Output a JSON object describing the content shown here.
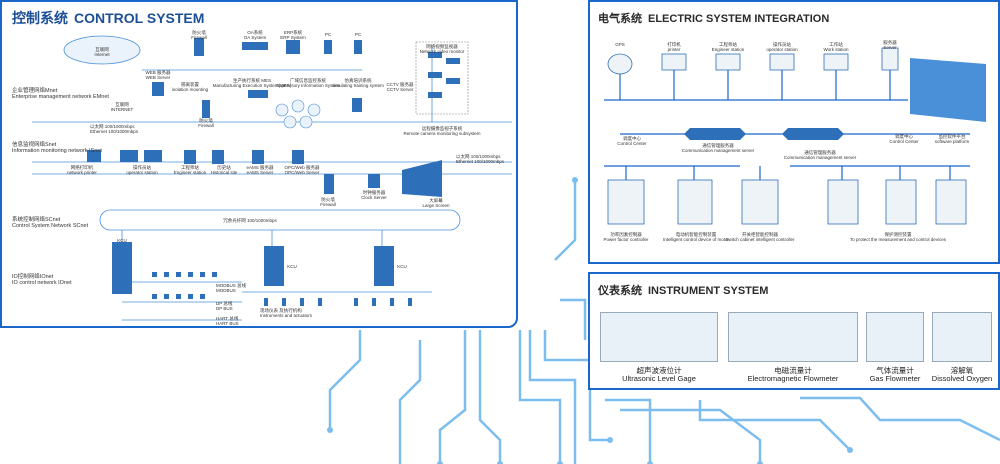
{
  "control_system": {
    "title_cn": "控制系统",
    "title_en": "CONTROL SYSTEM",
    "network_levels": [
      {
        "cn": "企业管理网络Mnet",
        "en": "Enterprise management network EMnet"
      },
      {
        "cn": "信息监视网络Snet",
        "en": "Information monitoring network ISnet"
      },
      {
        "cn": "系统控制网络SCnet",
        "en": "Control System Network SCnet"
      },
      {
        "cn": "IO控制网络IOnet",
        "en": "IO control network IOnet"
      }
    ],
    "nodes": {
      "internet_cloud": {
        "cn": "互联网",
        "en": "Internet"
      },
      "web_server": {
        "cn": "WEB 服务器",
        "en": "WEB Server"
      },
      "firewall_top": {
        "cn": "防火墙",
        "en": "Firewall"
      },
      "oa": {
        "cn": "OA系统",
        "en": "OA System"
      },
      "erp": {
        "cn": "ERP系统",
        "en": "ERP System"
      },
      "pc1": {
        "cn": "PC",
        "en": ""
      },
      "pc2": {
        "cn": "PC",
        "en": ""
      },
      "video_monitor": {
        "cn": "网络视频监视器",
        "en": "Network video monitor"
      },
      "internet_pc": {
        "cn": "互联网",
        "en": "INTERNET"
      },
      "isolation": {
        "cn": "隔离装置",
        "en": "isolation mounting"
      },
      "mes": {
        "cn": "生产执行系统 MES",
        "en": "Manufacturing Execution System(MES)"
      },
      "supervisory": {
        "cn": "广域信息监控系统",
        "en": "Supervisory Information System"
      },
      "simulation": {
        "cn": "仿真培训系统",
        "en": "simulating training system"
      },
      "cctv": {
        "cn": "CCTV 服务器",
        "en": "CCTV Server"
      },
      "firewall_mid": {
        "cn": "防火墙",
        "en": "Firewall"
      },
      "remote_camera": {
        "cn": "远程摄像监视子系统",
        "en": "Remote camera monitoring subsystem"
      },
      "printer": {
        "cn": "网络打印机",
        "en": "network printer"
      },
      "operator": {
        "cn": "操作员站",
        "en": "operator station"
      },
      "engineer": {
        "cn": "工程师站",
        "en": "Engineer station"
      },
      "historical": {
        "cn": "历史站",
        "en": "Historical site"
      },
      "eams": {
        "cn": "eAMS 服务器",
        "en": "eAMS Server"
      },
      "opc": {
        "cn": "OPC/Web 服务器",
        "en": "OPC/Web Server"
      },
      "firewall_low": {
        "cn": "防火墙",
        "en": "Firewall"
      },
      "clock": {
        "cn": "时钟服务器",
        "en": "Clock Server"
      },
      "large_screen": {
        "cn": "大屏幕",
        "en": "Large Screen"
      },
      "ring": {
        "cn": "冗余光纤网 100/1000mbps",
        "en": ""
      },
      "kcu": "KCU",
      "modbus": {
        "cn": "MODBUS 总线",
        "en": "MODBUS"
      },
      "dp": {
        "cn": "DP 总线",
        "en": "DP BUS"
      },
      "hart": {
        "cn": "HART 总线",
        "en": "HART BUS"
      },
      "instruments": {
        "cn": "现场仪表 及执行机构",
        "en": "Instruments and actuators"
      }
    },
    "ethernet_1": {
      "cn": "以太网 100/1000mbps",
      "en": "Ethernet 100/1000mbps"
    },
    "ethernet_2": {
      "cn": "以太网 100/1000mbps",
      "en": "Ethernet 100/1000mbps"
    }
  },
  "electric_system": {
    "title_cn": "电气系统",
    "title_en": "ELECTRIC SYSTEM INTEGRATION",
    "top_nodes": [
      {
        "cn": "GPS",
        "en": ""
      },
      {
        "cn": "打印机",
        "en": "printer"
      },
      {
        "cn": "工程师站",
        "en": "Engineer station"
      },
      {
        "cn": "操作员站",
        "en": "operator station"
      },
      {
        "cn": "工作站",
        "en": "Work station"
      },
      {
        "cn": "服务器",
        "en": "Server"
      }
    ],
    "control_center_left": {
      "cn": "调度中心",
      "en": "Control Center"
    },
    "control_center_right": {
      "cn": "调度中心",
      "en": "Control Center"
    },
    "software_platform": {
      "cn": "监控软件平台",
      "en": "software platform"
    },
    "comm_server_1": {
      "cn": "通信管理服务器",
      "en": "Communication management server"
    },
    "comm_server_2": {
      "cn": "通信管理服务器",
      "en": "Communication management server"
    },
    "devices": [
      {
        "cn": "功率因素控制器",
        "en": "Power factor controller"
      },
      {
        "cn": "电动机智能控制装置",
        "en": "Intelligent control device of motor"
      },
      {
        "cn": "开关柜智能控制器",
        "en": "Switch cabinet intelligent controller"
      },
      {
        "cn": "保护测控装置",
        "en": "To protect the measurement and control devices"
      }
    ]
  },
  "instrument_system": {
    "title_cn": "仪表系统",
    "title_en": "INSTRUMENT SYSTEM",
    "items": [
      {
        "cn": "超声波液位计",
        "en": "Ultrasonic  Level Gage"
      },
      {
        "cn": "电磁流量计",
        "en": "Electromagnetic Flowmeter"
      },
      {
        "cn": "气体流量计",
        "en": "Gas Flowmeter"
      },
      {
        "cn": "溶解氧",
        "en": "Dissolved Oxygen"
      }
    ]
  },
  "colors": {
    "accent": "#1b66c9",
    "line": "#4a90d9",
    "circuit": "#6ab4ec",
    "device": "#2d6fb8"
  }
}
